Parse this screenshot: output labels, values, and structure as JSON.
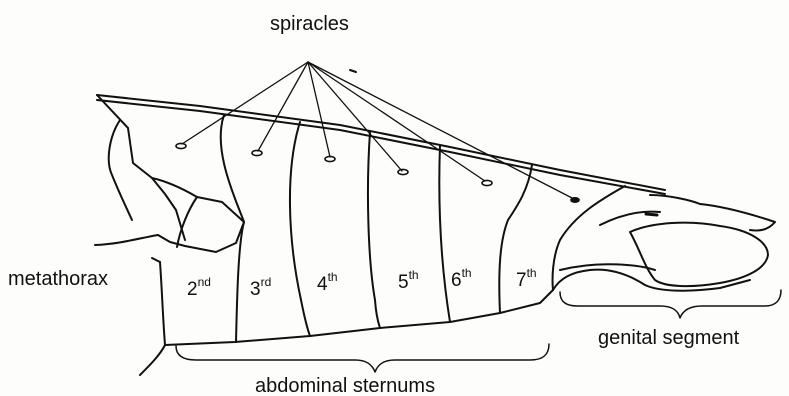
{
  "labels": {
    "spiracles": "spiracles",
    "metathorax": "metathorax",
    "genital_segment": "genital segment",
    "abdominal_sternums": "abdominal sternums"
  },
  "segments": [
    {
      "num": "2",
      "sup": "nd"
    },
    {
      "num": "3",
      "sup": "rd"
    },
    {
      "num": "4",
      "sup": "th"
    },
    {
      "num": "5",
      "sup": "th"
    },
    {
      "num": "6",
      "sup": "th"
    },
    {
      "num": "7",
      "sup": "th"
    }
  ],
  "colors": {
    "line": "#111111",
    "background": "#fdfdfc"
  }
}
